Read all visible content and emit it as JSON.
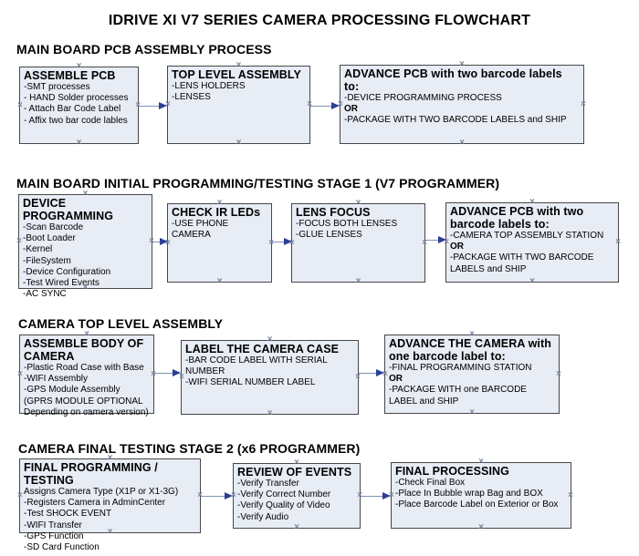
{
  "title": "IDRIVE XI V7 SERIES CAMERA PROCESSING FLOWCHART",
  "colors": {
    "box_fill": "#e7ecf5",
    "box_border": "#474747",
    "arrow_line": "#8290b6",
    "arrow_head": "#2b3f96",
    "connection_mark": "#7c88a0"
  },
  "sections": [
    {
      "heading": "MAIN BOARD PCB ASSEMBLY PROCESS",
      "boxes": [
        {
          "title": "ASSEMBLE PCB",
          "lines": [
            "-SMT processes",
            "- HAND Solder processes",
            "- Attach Bar Code Label",
            "- Affix two bar code lables"
          ]
        },
        {
          "title": "TOP LEVEL ASSEMBLY",
          "lines": [
            "-LENS HOLDERS",
            "-LENSES"
          ]
        },
        {
          "title": "ADVANCE PCB with two barcode labels to:",
          "lines": [
            "-DEVICE PROGRAMMING PROCESS",
            "OR",
            "-PACKAGE WITH TWO BARCODE LABELS and SHIP"
          ]
        }
      ]
    },
    {
      "heading": "MAIN BOARD INITIAL PROGRAMMING/TESTING STAGE 1 (V7 PROGRAMMER)",
      "boxes": [
        {
          "title": "DEVICE PROGRAMMING",
          "lines": [
            "-Scan Barcode",
            "-Boot Loader",
            "-Kernel",
            "-FileSystem",
            "-Device Configuration",
            "-Test Wired Events",
            "-AC SYNC"
          ]
        },
        {
          "title": "CHECK IR LEDs",
          "lines": [
            "-USE PHONE CAMERA"
          ]
        },
        {
          "title": "LENS FOCUS",
          "lines": [
            "-FOCUS BOTH LENSES",
            "-GLUE LENSES"
          ]
        },
        {
          "title": "ADVANCE PCB with two barcode labels to:",
          "lines": [
            "-CAMERA TOP ASSEMBLY STATION",
            "OR",
            "-PACKAGE WITH TWO BARCODE LABELS and SHIP"
          ]
        }
      ]
    },
    {
      "heading": "CAMERA TOP LEVEL ASSEMBLY",
      "boxes": [
        {
          "title": "ASSEMBLE BODY OF CAMERA",
          "lines": [
            "-Plastic Road Case with Base",
            "-WIFI Assembly",
            "-GPS Module Assembly",
            "(GPRS MODULE OPTIONAL",
            "Depending on camera version)"
          ]
        },
        {
          "title": "LABEL THE CAMERA CASE",
          "lines": [
            "-BAR CODE LABEL WITH SERIAL NUMBER",
            "-WIFI SERIAL NUMBER LABEL"
          ]
        },
        {
          "title": "ADVANCE THE CAMERA with one barcode label to:",
          "lines": [
            "-FINAL PROGRAMMING STATION",
            "OR",
            "-PACKAGE WITH one BARCODE LABEL and SHIP"
          ]
        }
      ]
    },
    {
      "heading": "CAMERA FINAL TESTING STAGE 2 (x6 PROGRAMMER)",
      "boxes": [
        {
          "title": "FINAL PROGRAMMING / TESTING",
          "lines": [
            "Assigns Camera Type (X1P or X1-3G)",
            "-Registers Camera in AdminCenter",
            "-Test SHOCK EVENT",
            "-WIFI Transfer",
            "-GPS Function",
            "-SD Card Function"
          ]
        },
        {
          "title": "REVIEW OF EVENTS",
          "lines": [
            "-Verify Transfer",
            "-Verify Correct Number",
            "-Verify Quality of Video",
            "-Verify Audio"
          ]
        },
        {
          "title": "FINAL PROCESSING",
          "lines": [
            "-Check Final Box",
            "-Place In Bubble wrap Bag and BOX",
            "-Place Barcode Label on Exterior or Box"
          ]
        }
      ]
    }
  ]
}
